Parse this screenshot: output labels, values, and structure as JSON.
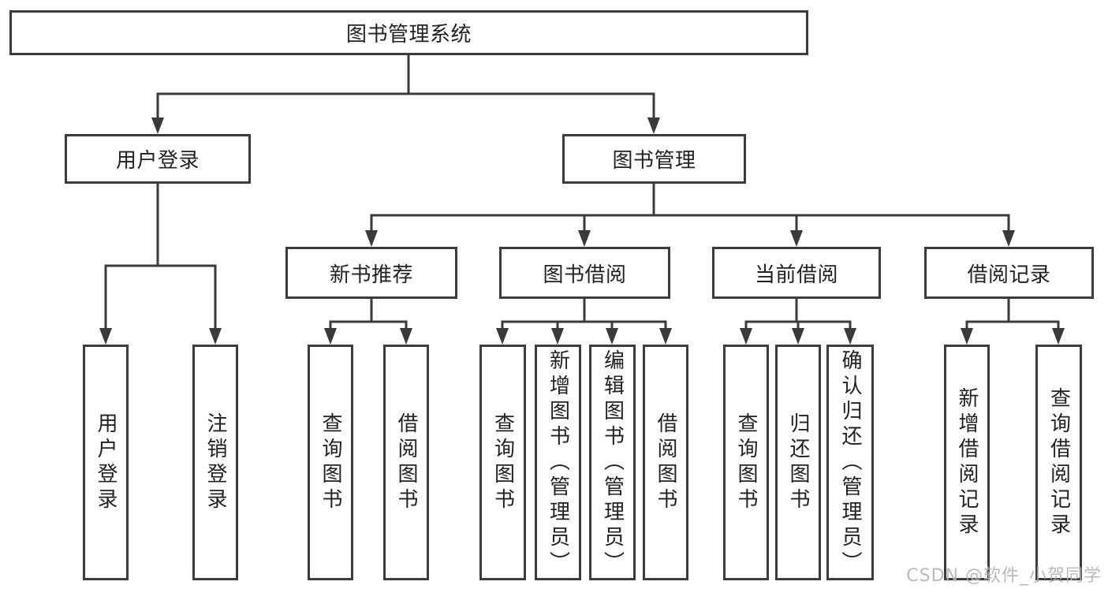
{
  "diagram": {
    "root": {
      "label": "图书管理系统"
    },
    "user_login": {
      "label": "用户登录",
      "children": [
        {
          "label": "用户登录"
        },
        {
          "label": "注销登录"
        }
      ]
    },
    "book_management": {
      "label": "图书管理",
      "sections": [
        {
          "label": "新书推荐",
          "children": [
            {
              "label": "查询图书"
            },
            {
              "label": "借阅图书"
            }
          ]
        },
        {
          "label": "图书借阅",
          "children": [
            {
              "label": "查询图书"
            },
            {
              "label": "新增图书（管理员）"
            },
            {
              "label": "编辑图书（管理员）"
            },
            {
              "label": "借阅图书"
            }
          ]
        },
        {
          "label": "当前借阅",
          "children": [
            {
              "label": "查询图书"
            },
            {
              "label": "归还图书"
            },
            {
              "label": "确认归还（管理员）"
            }
          ]
        },
        {
          "label": "借阅记录",
          "children": [
            {
              "label": "新增借阅记录"
            },
            {
              "label": "查询借阅记录"
            }
          ]
        }
      ]
    }
  },
  "watermark": {
    "label": "CSDN @软件_小贺同学"
  },
  "colors": {
    "line": "#3a3a3a",
    "box_border": "#3c3c3c",
    "text": "#222222",
    "watermark": "#b3b3b3",
    "background": "#ffffff"
  }
}
